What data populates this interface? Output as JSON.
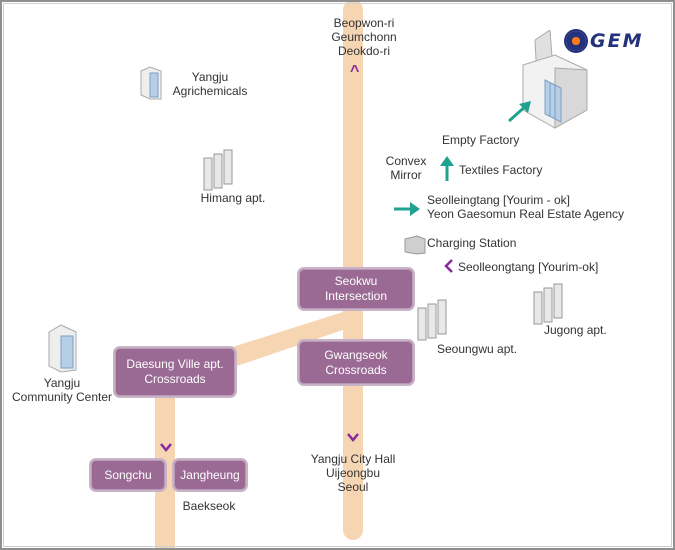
{
  "brand": {
    "logo_text": "GEM"
  },
  "labels": {
    "north_destinations": [
      "Beopwon-ri",
      "Geumchonn",
      "Deokdo-ri"
    ],
    "yangju_agrichemicals": [
      "Yangju",
      "Agrichemicals"
    ],
    "himang_apt": "Himang apt.",
    "empty_factory": "Empty Factory",
    "convex_mirror": [
      "Convex",
      "Mirror"
    ],
    "textiles_factory": "Textiles Factory",
    "seolleingtang": [
      "Seolleingtang [Yourim - ok]",
      "Yeon Gaesomun Real Estate Agency"
    ],
    "charging_station": "Charging Station",
    "seolleongtang": "Seolleongtang [Yourim-ok]",
    "seoungwu_apt": "Seoungwu apt.",
    "jugong_apt": "Jugong apt.",
    "community_center": [
      "Yangju",
      "Community Center"
    ],
    "south_destinations": [
      "Yangju City Hall",
      "Uijeongbu",
      "Seoul"
    ],
    "baekseok": "Baekseok"
  },
  "intersections": {
    "seokwu": [
      "Seokwu",
      "Intersection"
    ],
    "gwangseok": [
      "Gwangseok",
      "Crossroads"
    ],
    "daesung": [
      "Daesung Ville apt.",
      "Crossroads"
    ],
    "songchu": "Songchu",
    "jangheung": "Jangheung"
  },
  "colors": {
    "road": "#f6d5b2",
    "intersection_box": "#9a6a94",
    "direction_arrow": "#8a2a9e",
    "route_arrow": "#1fa28f",
    "frame": "#8f8f8f"
  },
  "icons": {
    "destination_building": "factory-building-icon",
    "apartments": "apartment-block-icon",
    "office": "office-building-icon",
    "charging": "charging-station-icon"
  }
}
